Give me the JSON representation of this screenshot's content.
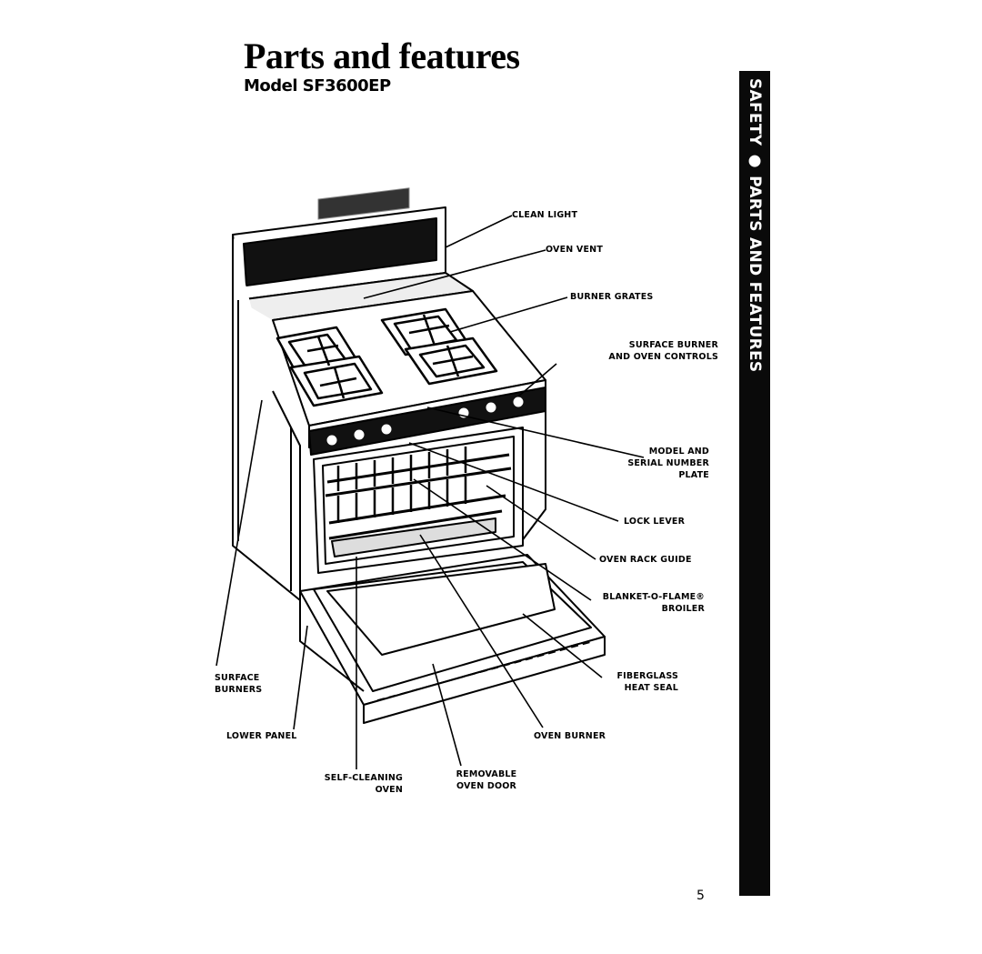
{
  "page": {
    "title": "Parts and features",
    "model": "Model SF3600EP",
    "side_tab": "SAFETY ● PARTS AND FEATURES",
    "page_number": "5"
  },
  "labels": {
    "clean_light": "CLEAN LIGHT",
    "oven_vent": "OVEN VENT",
    "burner_grates": "BURNER GRATES",
    "surface_burner_controls": [
      "SURFACE BURNER",
      "AND OVEN CONTROLS"
    ],
    "model_serial_plate": [
      "MODEL AND",
      "SERIAL NUMBER",
      "PLATE"
    ],
    "lock_lever": "LOCK LEVER",
    "oven_rack_guide": "OVEN RACK GUIDE",
    "broiler": [
      "BLANKET-O-FLAME®",
      "BROILER"
    ],
    "heat_seal": [
      "FIBERGLASS",
      "HEAT SEAL"
    ],
    "oven_burner": "OVEN BURNER",
    "oven_door": [
      "REMOVABLE",
      "OVEN DOOR"
    ],
    "self_cleaning_oven": [
      "SELF-CLEANING",
      "OVEN"
    ],
    "lower_panel": "LOWER PANEL",
    "surface_burners": [
      "SURFACE",
      "BURNERS"
    ]
  }
}
